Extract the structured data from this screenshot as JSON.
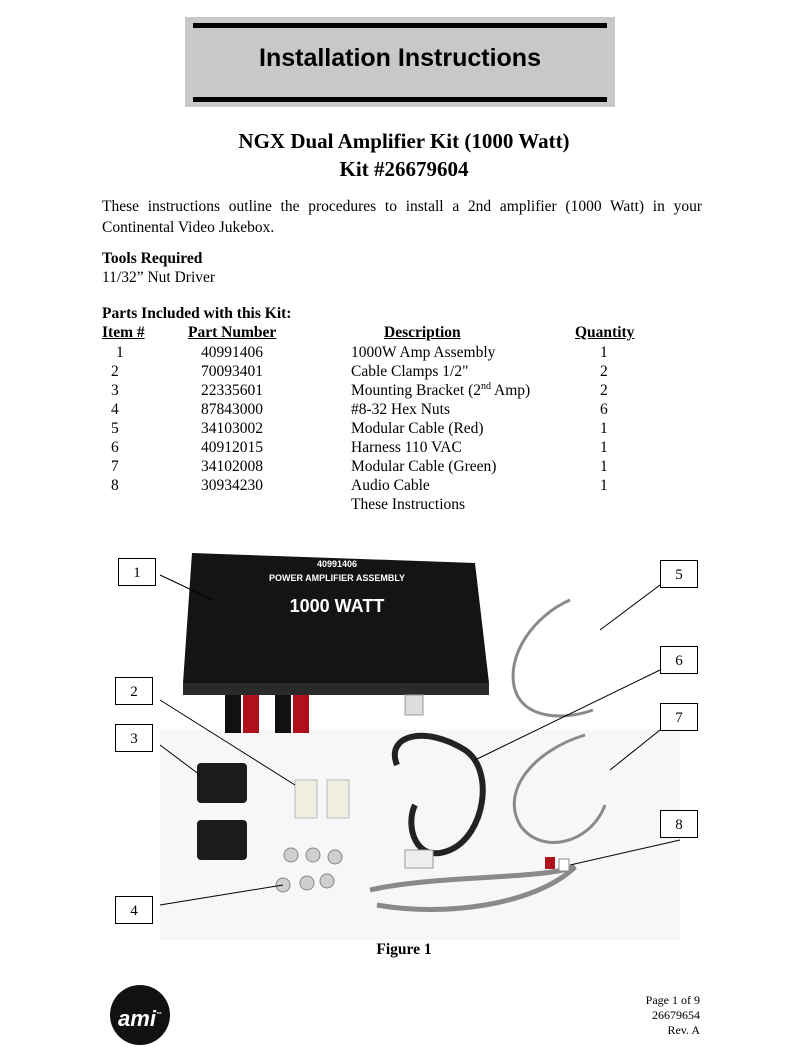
{
  "header": {
    "title": "Installation Instructions"
  },
  "kit": {
    "title_line1": "NGX Dual Amplifier Kit (1000 Watt)",
    "title_line2": "Kit #26679604"
  },
  "intro": "These instructions outline the procedures to install a 2nd amplifier (1000 Watt) in your Continental Video Jukebox.",
  "tools": {
    "heading": "Tools Required",
    "value": "11/32” Nut Driver"
  },
  "parts": {
    "heading": "Parts Included with this Kit:",
    "columns": {
      "item": "Item #",
      "part": "Part Number",
      "desc": "Description",
      "qty": "Quantity"
    },
    "rows": [
      {
        "item": "1",
        "part": "40991406",
        "desc": "1000W Amp Assembly",
        "qty": "1"
      },
      {
        "item": "2",
        "part": "70093401",
        "desc": "Cable Clamps 1/2\"",
        "qty": "2"
      },
      {
        "item": "3",
        "part": "22335601",
        "desc_pre": "Mounting Bracket (2",
        "desc_sup": "nd",
        "desc_post": " Amp)",
        "qty": "2"
      },
      {
        "item": "4",
        "part": "87843000",
        "desc": "#8-32 Hex Nuts",
        "qty": "6"
      },
      {
        "item": "5",
        "part": "34103002",
        "desc": "Modular Cable (Red)",
        "qty": "1"
      },
      {
        "item": "6",
        "part": "40912015",
        "desc": "Harness 110 VAC",
        "qty": "1"
      },
      {
        "item": "7",
        "part": "34102008",
        "desc": "Modular Cable (Green)",
        "qty": "1"
      },
      {
        "item": "8",
        "part": "30934230",
        "desc": "Audio Cable",
        "qty": "1"
      }
    ],
    "extra": "These Instructions"
  },
  "figure": {
    "amp_label_line1": "40991406",
    "amp_label_line2": "POWER AMPLIFIER ASSEMBLY",
    "amp_label_line3": "1000 WATT",
    "callouts": [
      "1",
      "2",
      "3",
      "4",
      "5",
      "6",
      "7",
      "8"
    ],
    "caption": "Figure 1"
  },
  "footer": {
    "logo": "ami",
    "page": "Page 1 of 9",
    "doc_number": "26679654",
    "rev": "Rev. A"
  },
  "colors": {
    "banner_bg": "#c8c8c8",
    "amp_body": "#141414",
    "terminal_red": "#b0101c",
    "cable_gray": "#8a8a8a"
  }
}
